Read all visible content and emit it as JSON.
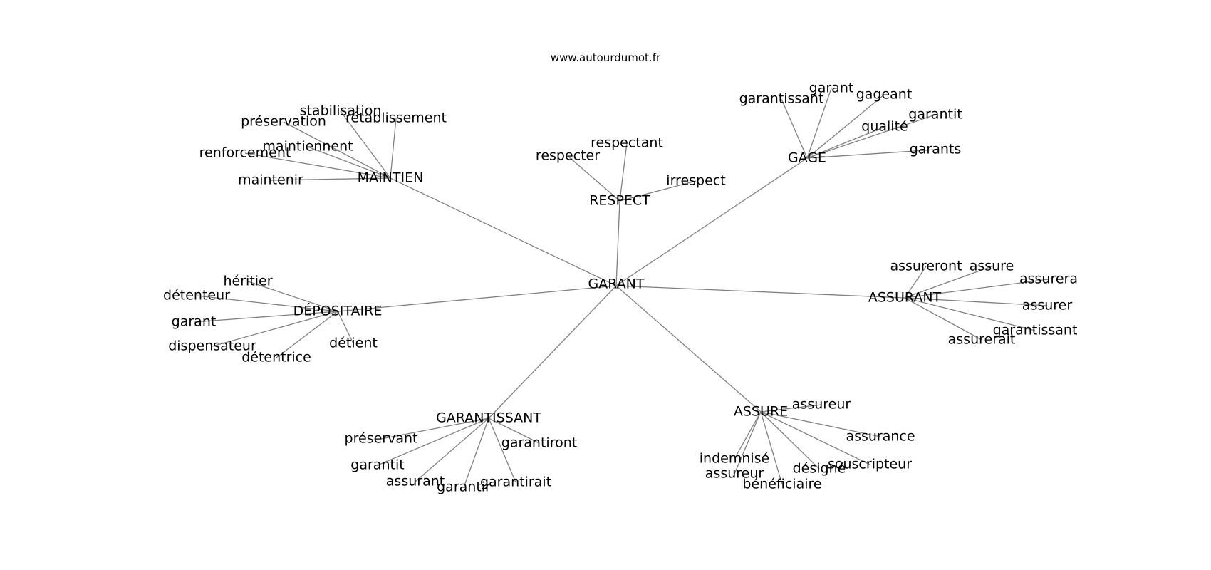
{
  "website": "www.autourdumot.fr",
  "center": "GARANT",
  "hubs": [
    {
      "label": "MAINTIEN",
      "leaves": [
        "stabilisation",
        "rétablissement",
        "préservation",
        "maintiennent",
        "renforcement",
        "maintenir"
      ]
    },
    {
      "label": "RESPECT",
      "leaves": [
        "respectant",
        "respecter",
        "irrespect"
      ]
    },
    {
      "label": "GAGE",
      "leaves": [
        "garant",
        "garantissant",
        "gageant",
        "garantit",
        "qualité",
        "garants"
      ]
    },
    {
      "label": "DÉPOSITAIRE",
      "leaves": [
        "héritier",
        "détenteur",
        "garant",
        "dispensateur",
        "détentrice",
        "détient"
      ]
    },
    {
      "label": "ASSURANT",
      "leaves": [
        "assureront",
        "assure",
        "assurera",
        "assurer",
        "garantissant",
        "assurerait"
      ]
    },
    {
      "label": "GARANTISSANT",
      "leaves": [
        "préservant",
        "garantiront",
        "garantit",
        "assurant",
        "garantir",
        "garantirait"
      ]
    },
    {
      "label": "ASSURE",
      "leaves": [
        "assureur",
        "assurance",
        "indemnisé",
        "souscripteur",
        "désigné",
        "assureur",
        "bénéficiaire"
      ]
    }
  ]
}
